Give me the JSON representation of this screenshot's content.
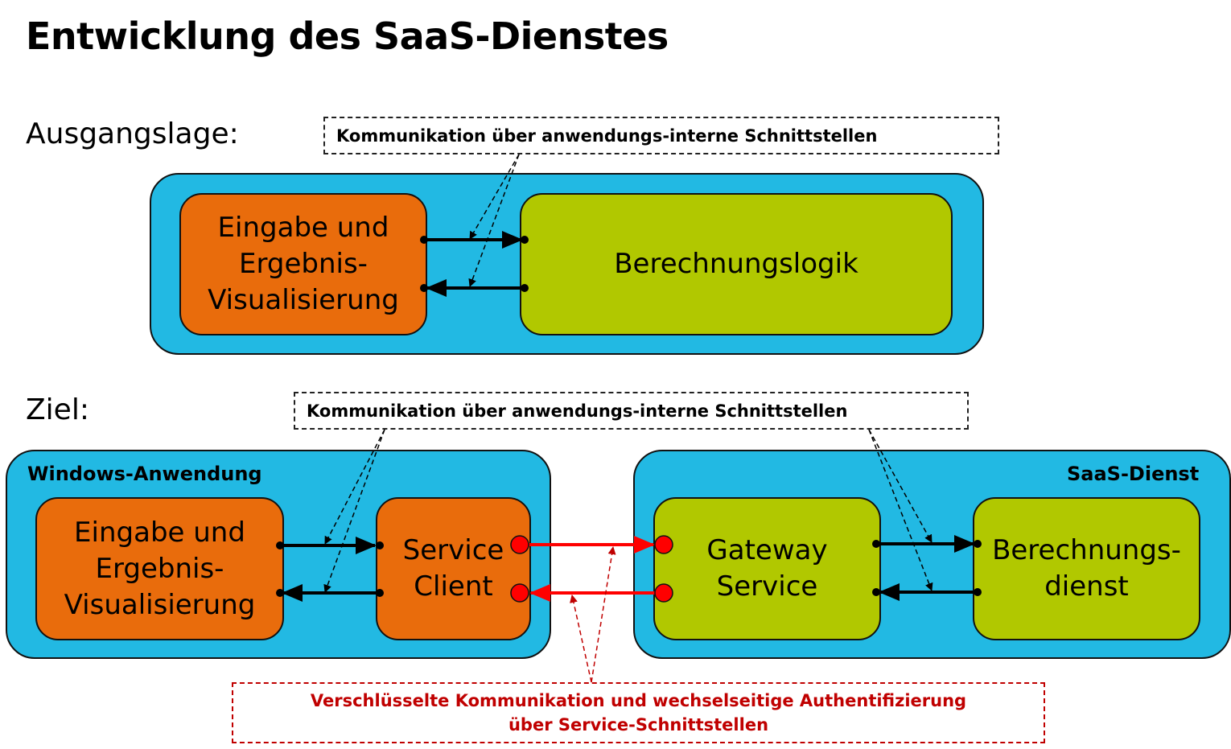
{
  "title": "Entwicklung des SaaS-Dienstes",
  "sections": {
    "ausgangslage": {
      "label": "Ausgangslage:",
      "callout": "Kommunikation über anwendungs-interne Schnittstellen",
      "box_input": [
        "Eingabe und",
        "Ergebnis-",
        "Visualisierung"
      ],
      "box_logic": "Berechnungslogik"
    },
    "ziel": {
      "label": "Ziel:",
      "callout": "Kommunikation über anwendungs-interne Schnittstellen",
      "panel_windows": "Windows-Anwendung",
      "panel_saas": "SaaS-Dienst",
      "box_input": [
        "Eingabe und",
        "Ergebnis-",
        "Visualisierung"
      ],
      "box_client": [
        "Service",
        "Client"
      ],
      "box_gateway": [
        "Gateway",
        "Service"
      ],
      "box_calc": [
        "Berechnungs-",
        "dienst"
      ],
      "secure_callout": [
        "Verschlüsselte Kommunikation und wechselseitige Authentifizierung",
        "über Service-Schnittstellen"
      ]
    }
  },
  "colors": {
    "panel": "#22b9e3",
    "orange": "#e96c0c",
    "green": "#b1c800",
    "secure": "#c00000",
    "secure_arrow": "#ff0000"
  }
}
